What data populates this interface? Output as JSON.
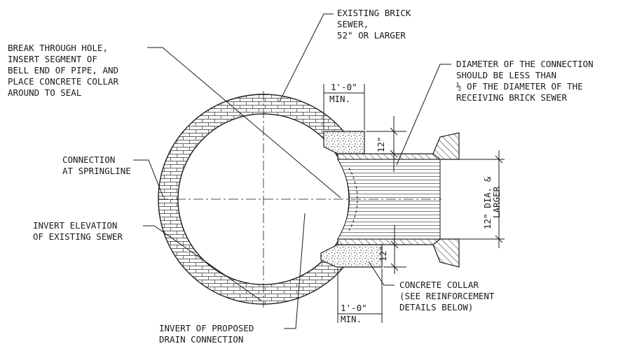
{
  "labels": {
    "existing_sewer": [
      "EXISTING BRICK",
      "SEWER,",
      "52\" OR LARGER"
    ],
    "break_through": [
      "BREAK THROUGH HOLE,",
      "INSERT SEGMENT OF",
      "BELL  END OF PIPE, AND",
      "PLACE CONCRETE COLLAR",
      "AROUND TO SEAL"
    ],
    "diameter_note": [
      "DIAMETER OF THE CONNECTION",
      "SHOULD BE LESS THAN",
      "½ OF THE DIAMETER OF THE",
      "RECEIVING BRICK SEWER"
    ],
    "springline": [
      "CONNECTION",
      "AT SPRINGLINE"
    ],
    "invert_existing": [
      "INVERT ELEVATION",
      "OF EXISTING SEWER"
    ],
    "concrete_collar": [
      "CONCRETE COLLAR",
      "(SEE REINFORCEMENT",
      "DETAILS BELOW)"
    ],
    "invert_proposed": [
      "INVERT OF PROPOSED",
      "DRAIN CONNECTION"
    ]
  },
  "dimensions": {
    "collar_top_width": [
      "1'-0\"",
      "MIN."
    ],
    "collar_bottom_width": [
      "1'-0\"",
      "MIN."
    ],
    "collar_top_height": "12\"",
    "collar_bottom_height": "12\"",
    "pipe_diameter": [
      "12\" DIA. &",
      "LARGER"
    ]
  }
}
